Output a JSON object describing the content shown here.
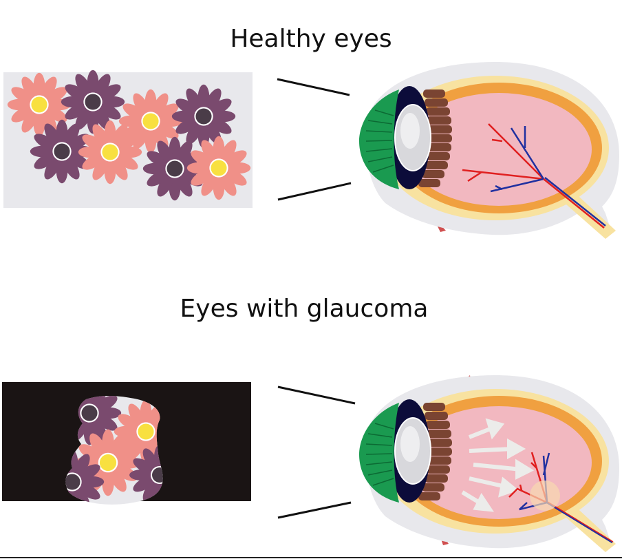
{
  "sections": [
    {
      "title": "Healthy eyes",
      "vision": "full-field-flowers",
      "eye": "normal-optic-nerve"
    },
    {
      "title": "Eyes with glaucoma",
      "vision": "tunnel-vision-flowers",
      "eye": "pressure-arrows-damaged-optic-nerve"
    }
  ],
  "colors": {
    "flower_pink": "#f09088",
    "flower_purple": "#7a4a6e",
    "flower_center_yellow": "#f8e040",
    "flower_center_dark": "#4a3c48",
    "panel_light": "#e8e8ec",
    "panel_dark": "#1a1414",
    "iris_green": "#1a9a50",
    "lens_gray": "#d8d8dc",
    "vitreous_pink": "#f2b8c0",
    "choroid_orange": "#f0a040",
    "sclera_yellow": "#f8e2a0",
    "artery_red": "#e02020",
    "vein_blue": "#2030a0"
  }
}
